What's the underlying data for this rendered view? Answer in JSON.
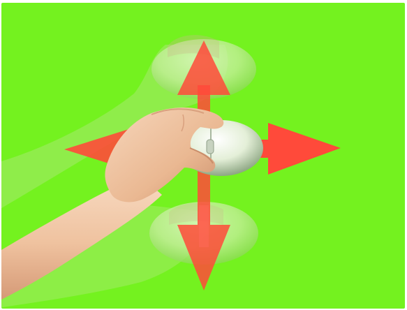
{
  "image": {
    "subject": "mouse-movement-illustration",
    "colors": {
      "background": "#74f21f",
      "arrow": "#ff4a3a",
      "arrow_translucent": "#ff6a5a",
      "mouse_body": "#e8f2dc",
      "mouse_shadow": "#9fb894",
      "skin": "#f1c7a4",
      "skin_shadow": "#c98d6a",
      "ghost_tint": "#b8ec8a"
    },
    "directions": [
      "up",
      "down",
      "left",
      "right"
    ]
  }
}
